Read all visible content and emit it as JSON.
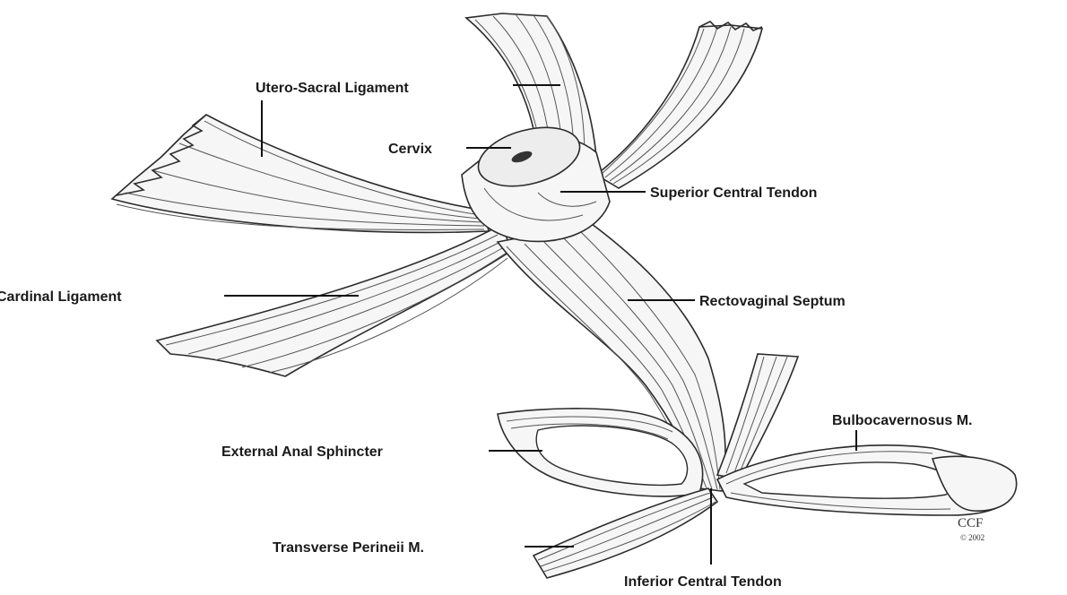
{
  "labels": {
    "utero_sacral": "Utero-Sacral Ligament",
    "cervix": "Cervix",
    "superior_central_tendon": "Superior Central Tendon",
    "cardinal": "Cardinal Ligament",
    "rectovaginal": "Rectovaginal Septum",
    "external_anal_sphincter": "External Anal Sphincter",
    "bulbocavernosus": "Bulbocavernosus M.",
    "transverse_perineii": "Transverse Perineii M.",
    "inferior_central_tendon": "Inferior Central Tendon"
  },
  "credit": {
    "mark": "CCF",
    "year": "© 2002"
  }
}
